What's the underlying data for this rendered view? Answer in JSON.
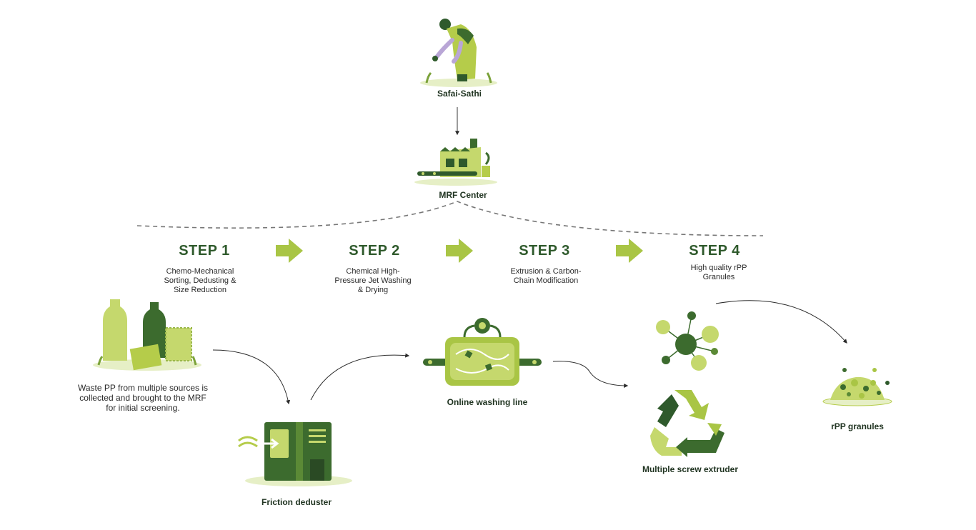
{
  "nodes": {
    "safai_sathi": "Safai-Sathi",
    "mrf_center": "MRF Center",
    "friction_deduster": "Friction deduster",
    "online_washing_line": "Online washing line",
    "multiple_screw_extruder": "Multiple screw extruder",
    "rpp_granules": "rPP granules"
  },
  "steps": [
    {
      "title": "STEP 1",
      "line1": "Chemo-Mechanical",
      "line2": "Sorting, Dedusting &",
      "line3": "Size Reduction"
    },
    {
      "title": "STEP 2",
      "line1": "Chemical High-",
      "line2": "Pressure Jet Washing",
      "line3": "& Drying"
    },
    {
      "title": "STEP 3",
      "line1": "Extrusion & Carbon-",
      "line2": "Chain Modification",
      "line3": ""
    },
    {
      "title": "STEP 4",
      "line1": "High quality  rPP",
      "line2": "Granules",
      "line3": ""
    }
  ],
  "waste_note": {
    "line1": "Waste PP from multiple sources is",
    "line2": "collected and brought to the MRF",
    "line3": "for initial screening."
  },
  "icons": {
    "worker": "worker-icon",
    "factory": "factory-icon",
    "bottles": "bottles-icon",
    "deduster": "deduster-machine-icon",
    "washer": "washing-machine-icon",
    "molecule": "molecule-icon",
    "recycle": "recycle-icon",
    "granules": "granules-icon"
  },
  "colors": {
    "dark_green": "#2f5a2c",
    "light_green": "#c5d86d",
    "mid_green": "#8bb03a",
    "arrow_green": "#a9c545"
  }
}
